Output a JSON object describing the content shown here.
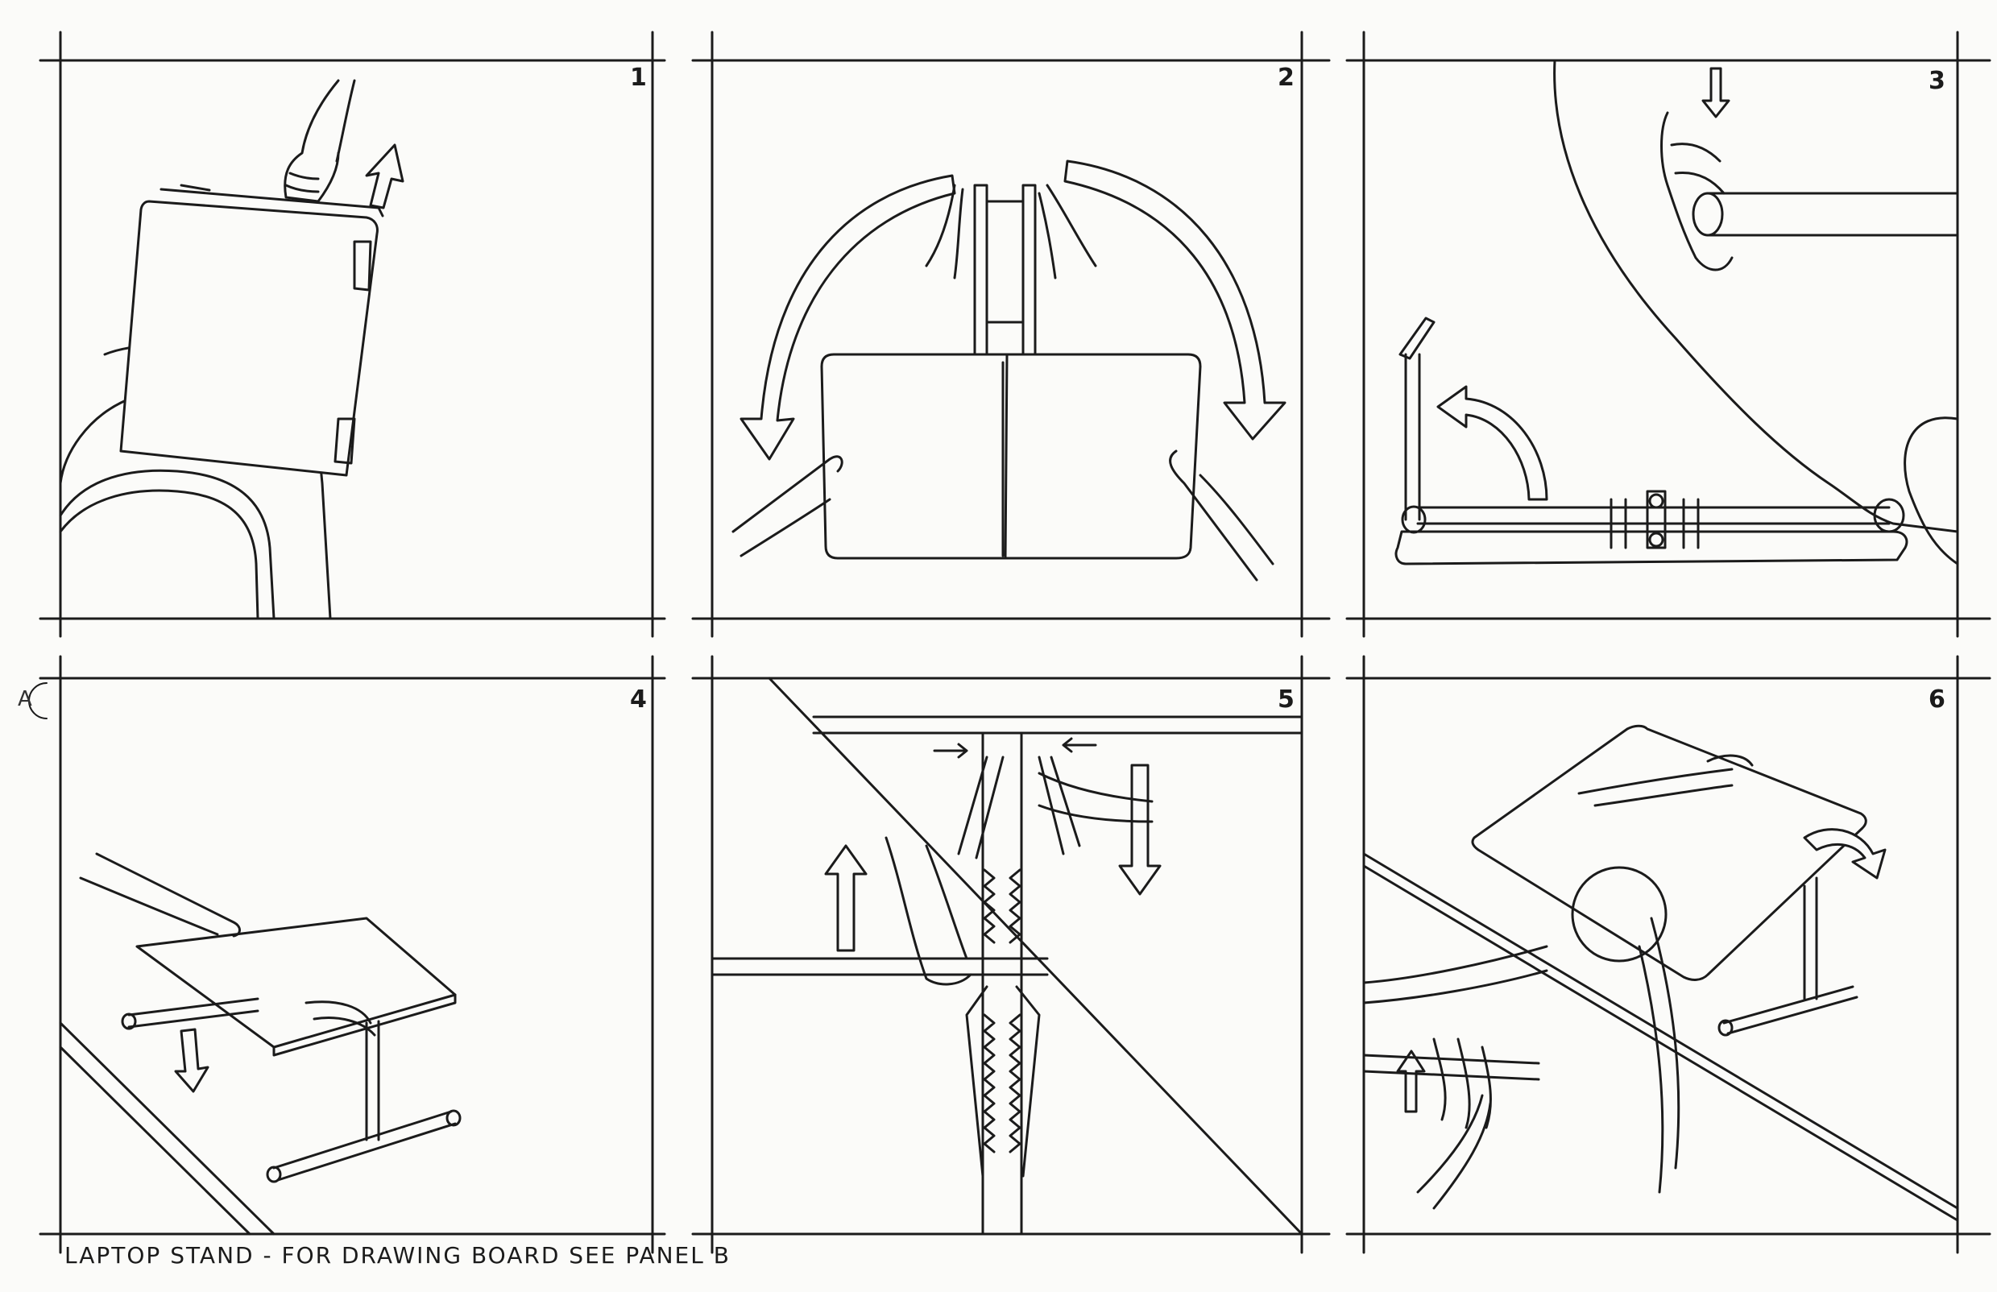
{
  "sheet_marker": "A",
  "panels": [
    {
      "number": "1"
    },
    {
      "number": "2"
    },
    {
      "number": "3"
    },
    {
      "number": "4"
    },
    {
      "number": "5"
    },
    {
      "number": "6"
    }
  ],
  "caption": "LAPTOP STAND - FOR DRAWING BOARD SEE PANEL B"
}
